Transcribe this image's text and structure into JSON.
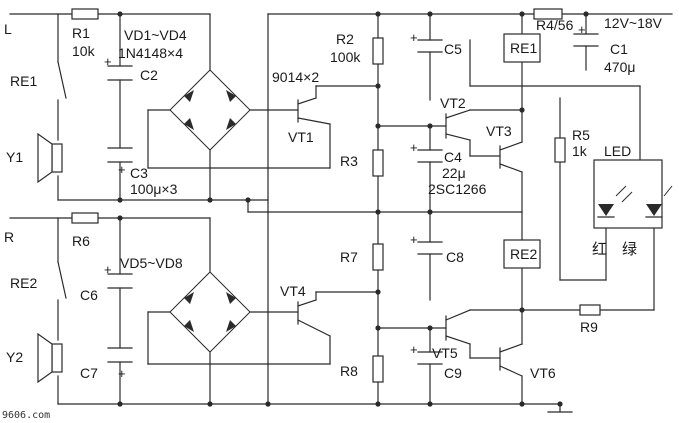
{
  "labels": {
    "L": "L",
    "R": "R",
    "RE1_left": "RE1",
    "RE2_left": "RE2",
    "Y1": "Y1",
    "Y2": "Y2",
    "R1": "R1",
    "R1_val": "10k",
    "R6": "R6",
    "C2": "C2",
    "C3": "C3",
    "C3_val": "100μ×3",
    "C6": "C6",
    "C7": "C7",
    "VD1_VD4": "VD1~VD4",
    "VD1_VD4_part": "1N4148×4",
    "VD5_VD8": "VD5~VD8",
    "T9014": "9014×2",
    "VT1": "VT1",
    "VT4": "VT4",
    "R2": "R2",
    "R2_val": "100k",
    "R3": "R3",
    "R7": "R7",
    "R8": "R8",
    "C5": "C5",
    "C4": "C4",
    "C4_val": "22μ",
    "C8": "C8",
    "C9": "C9",
    "VT2": "VT2",
    "VT3": "VT3",
    "VT5": "VT5",
    "VT6": "VT6",
    "SC1266": "2SC1266",
    "RE1_box": "RE1",
    "RE2_box": "RE2",
    "R4": "R4/56",
    "supply": "12V~18V",
    "C1": "C1",
    "C1_val": "470μ",
    "R5": "R5",
    "R5_val": "1k",
    "LED": "LED",
    "R9": "R9",
    "red": "红",
    "green": "绿",
    "plus": "+",
    "watermark": "9606.com"
  }
}
